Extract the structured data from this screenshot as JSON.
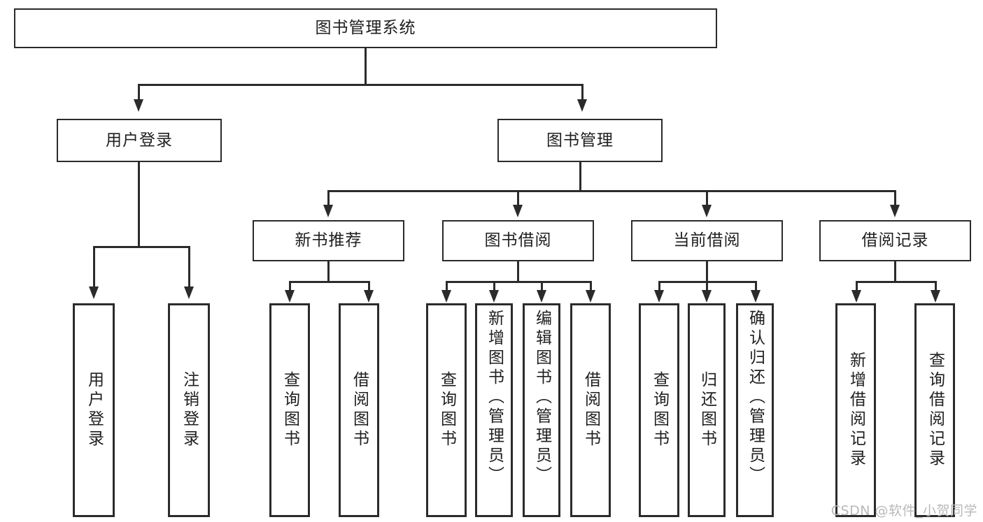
{
  "diagram": {
    "title": "图书管理系统",
    "watermark": "CSDN @软件_小贺同学",
    "colors": {
      "stroke": "#2b2b2b",
      "fill": "#ffffff",
      "text": "#1f1f1f",
      "watermark": "#b9b9b9"
    },
    "root": {
      "label": "图书管理系统"
    },
    "level2": [
      {
        "label": "用户登录"
      },
      {
        "label": "图书管理"
      }
    ],
    "level3": [
      {
        "label": "新书推荐"
      },
      {
        "label": "图书借阅"
      },
      {
        "label": "当前借阅"
      },
      {
        "label": "借阅记录"
      }
    ],
    "leaves": {
      "user_login": [
        {
          "label": "用户登录"
        },
        {
          "label": "注销登录"
        }
      ],
      "new_book_recommend": [
        {
          "label": "查询图书"
        },
        {
          "label": "借阅图书"
        }
      ],
      "book_borrow": [
        {
          "label": "查询图书"
        },
        {
          "label": "新增图书（管理员）"
        },
        {
          "label": "编辑图书（管理员）"
        },
        {
          "label": "借阅图书"
        }
      ],
      "current_borrow": [
        {
          "label": "查询图书"
        },
        {
          "label": "归还图书"
        },
        {
          "label": "确认归还（管理员）"
        }
      ],
      "borrow_record": [
        {
          "label": "新增借阅记录"
        },
        {
          "label": "查询借阅记录"
        }
      ]
    }
  }
}
